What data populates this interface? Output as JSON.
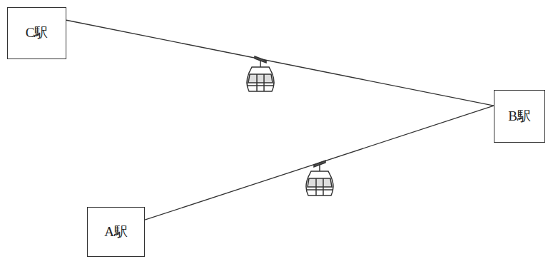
{
  "diagram": {
    "nodes": [
      {
        "text": [
          "C駅"
        ]
      },
      {
        "text": [
          "B駅"
        ]
      },
      {
        "text": [
          "A駅"
        ]
      }
    ],
    "edges": [
      {
        "from": 0,
        "to": 1,
        "arrow": "none"
      },
      {
        "from": 2,
        "to": 1,
        "arrow": "none"
      }
    ]
  }
}
